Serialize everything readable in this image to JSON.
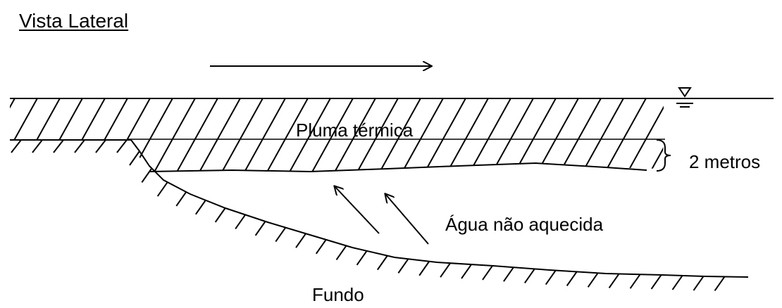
{
  "title": "Vista Lateral",
  "labels": {
    "plume": "Pluma térmica",
    "depth": "2 metros",
    "unheated_water": "Água não aquecida",
    "bottom": "Fundo"
  },
  "icons": {
    "flow_direction": "right-arrow-icon",
    "water_level": "water-surface-symbol-icon",
    "upwelling": "diagonal-up-arrow-icon"
  },
  "colors": {
    "ink": "#000000",
    "background": "#ffffff"
  }
}
